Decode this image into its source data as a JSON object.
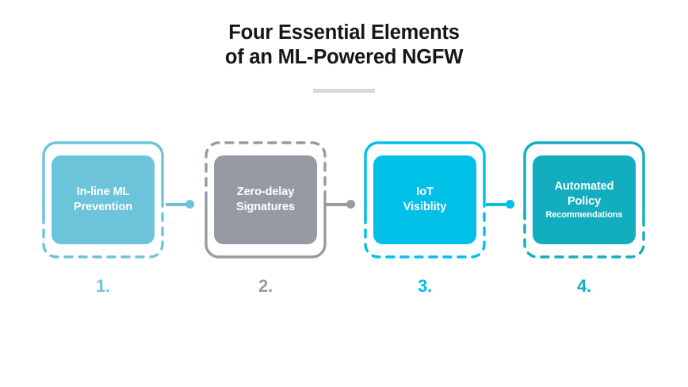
{
  "header": {
    "title_line1": "Four Essential Elements",
    "title_line2": "of an ML-Powered NGFW"
  },
  "colors": {
    "card1": "#6cc4da",
    "card2": "#969ba3",
    "card3": "#00c0e8",
    "card4": "#12aec0",
    "title": "#14171a",
    "divider": "#d9d9d9"
  },
  "cards": [
    {
      "label": "In-line ML\nPrevention",
      "label_line1": "In-line ML",
      "label_line2": "Prevention",
      "sublabel": "",
      "number": "1.",
      "color": "#6cc4da",
      "outline_style": "solid-top-dashed-bottom"
    },
    {
      "label": "Zero-delay\nSignatures",
      "label_line1": "Zero-delay",
      "label_line2": "Signatures",
      "sublabel": "",
      "number": "2.",
      "color": "#969ba3",
      "outline_style": "dashed-top-solid-bottom"
    },
    {
      "label": "IoT\nVisiblity",
      "label_line1": "IoT",
      "label_line2": "Visiblity",
      "sublabel": "",
      "number": "3.",
      "color": "#00c0e8",
      "outline_style": "solid-top-dashed-bottom"
    },
    {
      "label": "Automated\nPolicy",
      "label_line1": "Automated",
      "label_line2": "Policy",
      "sublabel": "Recommendations",
      "number": "4.",
      "color": "#12aec0",
      "outline_style": "solid-top-dashed-bottom-closed"
    }
  ],
  "connectors": [
    {
      "color": "#6cc4da",
      "from": "1",
      "to": "2"
    },
    {
      "color": "#969ba3",
      "from": "2",
      "to": "3"
    },
    {
      "color": "#00c0e8",
      "from": "3",
      "to": "4"
    }
  ]
}
